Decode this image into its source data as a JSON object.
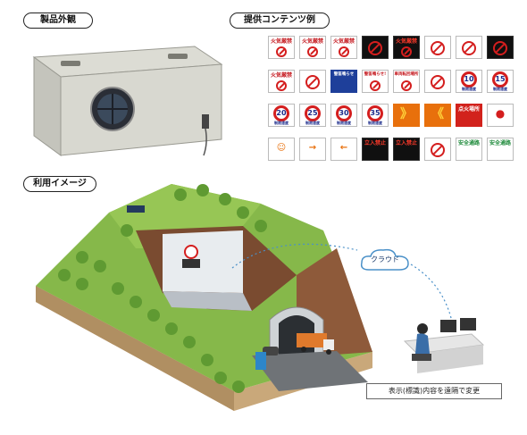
{
  "labels": {
    "product": "製品外観",
    "contents": "提供コンテンツ例",
    "usage": "利用イメージ"
  },
  "signs": {
    "r1": [
      "火気厳禁",
      "火気厳禁",
      "火気厳禁",
      "",
      "火気厳禁",
      "",
      "",
      ""
    ],
    "r2": [
      "火気厳禁",
      "",
      "警笛鳴らせ",
      "警笛鳴らせ!",
      "車両転回場所",
      "",
      "10",
      "15"
    ],
    "r2_sub": [
      "",
      "",
      "",
      "",
      "",
      "",
      "制限速度",
      "制限速度"
    ],
    "r3": [
      "20",
      "25",
      "30",
      "35",
      "",
      "",
      "点火場所",
      ""
    ],
    "r3_sub": [
      "制限速度",
      "制限速度",
      "制限速度",
      "制限速度",
      "",
      "",
      "",
      ""
    ],
    "r4": [
      "",
      "",
      "",
      "立入禁止",
      "立入禁止",
      "",
      "安全通路",
      "安全通路"
    ]
  },
  "cloud_label": "クラウド",
  "caption": "表示(標識)内容を遠隔で変更",
  "colors": {
    "grass": "#7cb342",
    "soil": "#8a5a3c",
    "sign_red": "#d41e1e",
    "sign_blue": "#1e3f9a",
    "sign_orange": "#e8700c"
  }
}
